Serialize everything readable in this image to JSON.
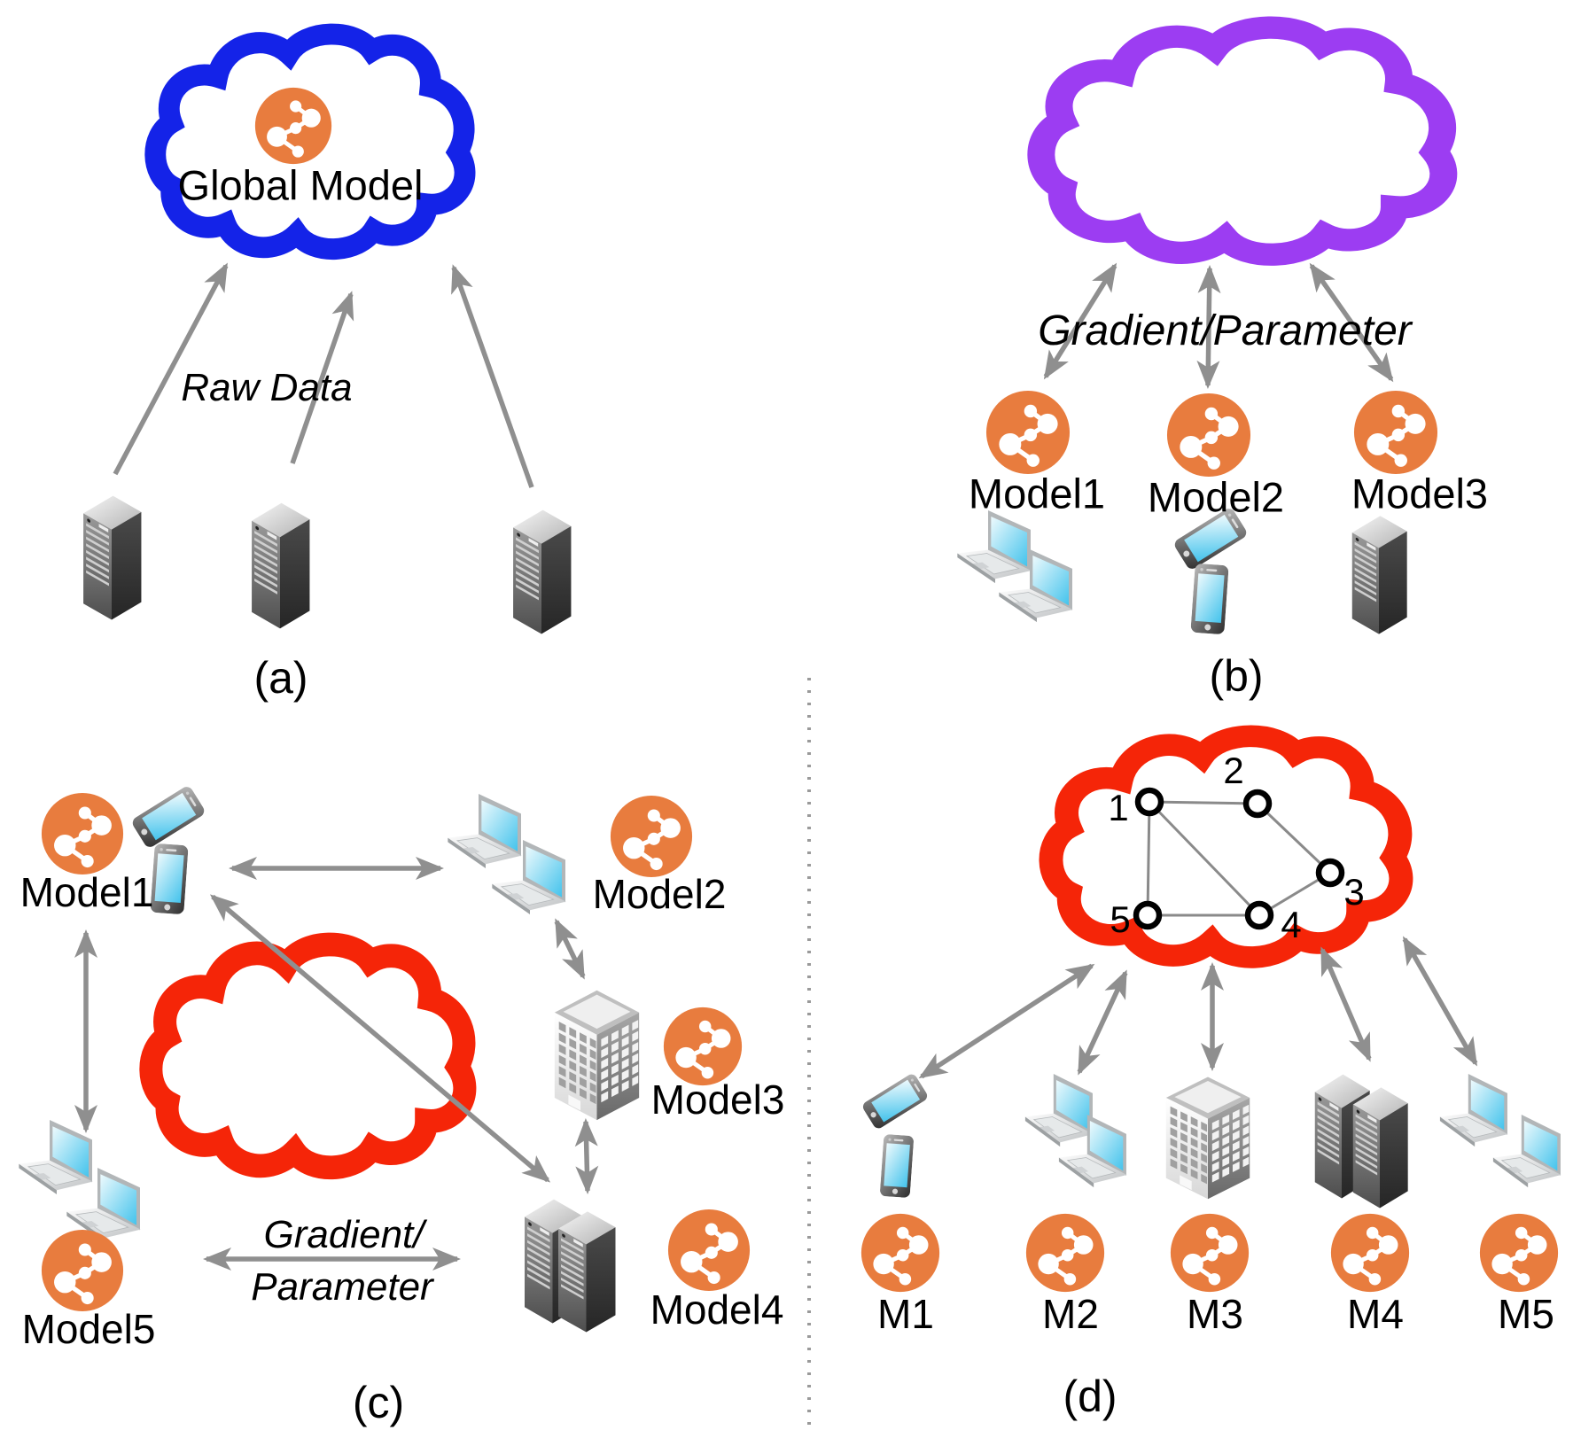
{
  "figure": {
    "description": "Four federated/distributed learning architecture diagrams",
    "panels": [
      "a",
      "b",
      "c",
      "d"
    ]
  },
  "colors": {
    "cloud_a": "#1423e8",
    "cloud_b": "#9c3df2",
    "cloud_cd": "#f52508",
    "model_icon": "#e87c3e",
    "arrow": "#8f8f8f",
    "text": "#000000"
  },
  "icons": {
    "model": "model-network-icon",
    "cloud": "cloud-outline-icon",
    "devices": [
      "server-icon",
      "laptop-icon",
      "phone-icon",
      "building-icon"
    ]
  },
  "panel_a": {
    "caption": "(a)",
    "cloud_label": "Global Model",
    "arrow_label": "Raw Data"
  },
  "panel_b": {
    "caption": "(b)",
    "arrow_label": "Gradient/Parameter",
    "models": [
      "Model1",
      "Model2",
      "Model3"
    ]
  },
  "panel_c": {
    "caption": "(c)",
    "arrow_label_line1": "Gradient/",
    "arrow_label_line2": "Parameter",
    "models": [
      "Model1",
      "Model2",
      "Model3",
      "Model4",
      "Model5"
    ]
  },
  "panel_d": {
    "caption": "(d)",
    "graph_nodes": [
      "1",
      "2",
      "3",
      "4",
      "5"
    ],
    "models": [
      "M1",
      "M2",
      "M3",
      "M4",
      "M5"
    ]
  }
}
